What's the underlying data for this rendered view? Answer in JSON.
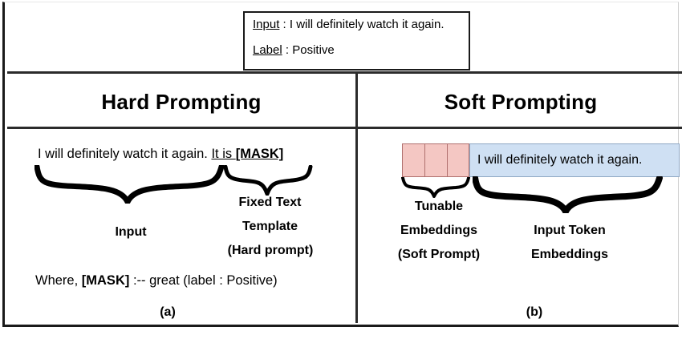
{
  "figure": {
    "example": {
      "input_label": "Input",
      "colon": " :  ",
      "input_text": "I will definitely watch it again.",
      "label_label": "Label",
      "label_text": "Positive"
    },
    "columns": {
      "left_title": "Hard Prompting",
      "right_title": "Soft Prompting"
    },
    "hard": {
      "sentence": "I will definitely watch it again.",
      "template_prefix": "It is ",
      "mask_token": "[MASK]",
      "brace_input_label": "Input",
      "brace_fixed_label_line1": "Fixed Text",
      "brace_fixed_label_line2": "Template",
      "brace_fixed_label_line3": "(Hard prompt)",
      "where_prefix": "Where,  ",
      "where_mask": "[MASK]",
      "where_suffix": " :-- great (label : Positive)",
      "figure_label": "(a)"
    },
    "soft": {
      "soft_cells": [
        "",
        "",
        ""
      ],
      "input_embedding_text": "I will definitely watch it again.",
      "tunable_label_line1": "Tunable",
      "tunable_label_line2": "Embeddings",
      "tunable_label_line3": "(Soft Prompt)",
      "token_label_line1": "Input Token",
      "token_label_line2": "Embeddings",
      "figure_label": "(b)"
    },
    "colors": {
      "soft_prompt_fill": "#f4c7c3",
      "soft_prompt_border": "#b0706e",
      "input_embedding_fill": "#cfe0f3",
      "input_embedding_border": "#8fa8c4",
      "rule": "#2b2b2b",
      "text": "#000000"
    }
  }
}
